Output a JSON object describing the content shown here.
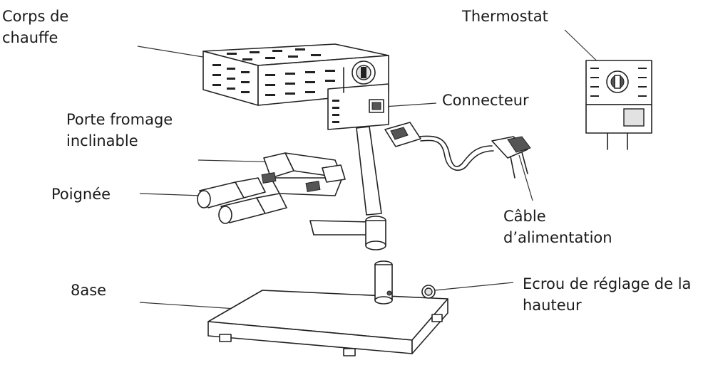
{
  "labels": {
    "heater": [
      "Corps de",
      "chauffe"
    ],
    "thermostat": "Thermostat",
    "connector": "Connecteur",
    "holder": [
      "Porte fromage",
      "inclinable"
    ],
    "handle": "Poignée",
    "cable": [
      "Câble",
      "d’alimentation"
    ],
    "base": "8ase",
    "nut": [
      "Ecrou de réglage de la",
      "hauteur"
    ]
  },
  "icons": {
    "heater": "heating-body-icon",
    "thermostat": "thermostat-unit-icon",
    "cable": "power-cable-icon",
    "holder": "cheese-holder-icon",
    "handle": "handle-icon",
    "base": "base-plate-icon",
    "nut": "adjustment-nut-icon"
  }
}
